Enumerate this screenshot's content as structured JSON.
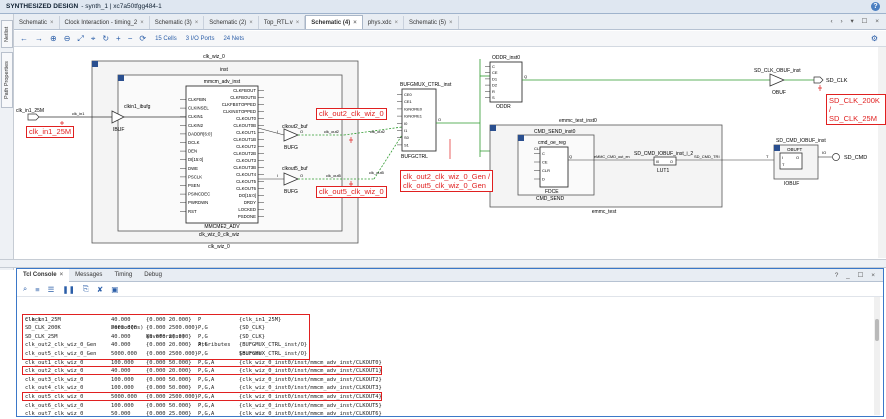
{
  "window": {
    "title_bold": "SYNTHESIZED DESIGN",
    "title_rest": "- synth_1 | xc7a50tfgg484-1",
    "help": "?"
  },
  "side_tabs": [
    "Netlist",
    "Path Properties"
  ],
  "editor_tabs": [
    {
      "label": "Schematic"
    },
    {
      "label": "Clock Interaction - timing_2"
    },
    {
      "label": "Schematic (3)"
    },
    {
      "label": "Schematic (2)"
    },
    {
      "label": "Top_RTL.v"
    },
    {
      "label": "Schematic (4)",
      "active": true
    },
    {
      "label": "phys.xdc"
    },
    {
      "label": "Schematic (5)"
    }
  ],
  "tab_controls": "‹ › ▾ ☐ ×",
  "toolbar": {
    "cells": "15 Cells",
    "io_ports": "3 I/O Ports",
    "nets": "24 Nets"
  },
  "schematic": {
    "wrapper_name": "clk_wiz_0",
    "inst_label": "inst",
    "wrapper_footer_1": "clk_wiz_0_clk_wiz",
    "wrapper_footer_2": "clk_wiz_0",
    "mmcm_label": "mmcm_adv_inst",
    "mmcm_type": "MMCME2_ADV",
    "mmcm_inputs": [
      "CLKFBIN",
      "CLKINSEL",
      "CLKIN1",
      "CLKIN2",
      "DADDR[6:0]",
      "DCLK",
      "DEN",
      "DI[15:0]",
      "DWE",
      "PSCLK",
      "PSEN",
      "PSINCDEC",
      "PWRDWN",
      "RST"
    ],
    "mmcm_outputs": [
      "CLKFBOUT",
      "CLKFBOUTB",
      "CLKFBSTOPPED",
      "CLKINSTOPPED",
      "CLKOUT0",
      "CLKOUT0B",
      "CLKOUT1",
      "CLKOUT1B",
      "CLKOUT2",
      "CLKOUT2B",
      "CLKOUT3",
      "CLKOUT3B",
      "CLKOUT4",
      "CLKOUT5",
      "CLKOUT6",
      "DO[15:0]",
      "DRDY",
      "LOCKED",
      "PSDONE"
    ],
    "in_port": "clk_in1_25M",
    "in_net": "clk_in1",
    "ibuf_inst": "clkin1_ibufg",
    "ibuf_type": "IBUF",
    "bufg1_inst": "clkout2_buf",
    "bufg2_inst": "clkout5_buf",
    "bufg_type": "BUFG",
    "bufg_pin_in": "I",
    "bufg_pin_out": "O",
    "net_clk_out2": "clk_out2",
    "net_clk_out5": "clk_out5",
    "mux_inst": "BUFGMUX_CTRL_inst",
    "mux_type": "BUFGCTRL",
    "mux_pins": [
      "CE0",
      "CE1",
      "IGNORE0",
      "IGNORE1",
      "I0",
      "I1",
      "S0",
      "S1"
    ],
    "mux_out": "O",
    "oddr_inst": "ODDR_inst0",
    "oddr_type": "ODDR",
    "oddr_pins": [
      "C",
      "CE",
      "D1",
      "D2",
      "R",
      "S"
    ],
    "oddr_out": "Q",
    "obuf_inst": "SD_CLK_OBUF_inst",
    "obuf_type": "OBUF",
    "out_port": "SD_CLK",
    "emmc_inst": "emmc_test_inst0",
    "emmc_type": "emmc_test",
    "cmd_send_inst": "CMD_SEND_inst0",
    "cmd_send_type": "CMD_SEND",
    "fdce_inst": "cmd_oe_reg",
    "fdce_type": "FDCE",
    "fdce_pins": [
      "C",
      "CE",
      "CLR",
      "D"
    ],
    "fdce_out": "Q",
    "net_clk": "CLK",
    "net_emmc": "eMMC_CMD_out_en",
    "lut_inst": "SD_CMD_IOBUF_inst_i_2",
    "lut_type": "LUT1",
    "lut_pins": [
      "I0",
      "O"
    ],
    "net_tri": "SD_CMD_TRI",
    "net_t": "T",
    "obuft_inst": "SD_CMD_IOBUF_inst",
    "obuft_type": "IOBUF",
    "obuft_sub": "OBUFT",
    "obuft_pins": [
      "I",
      "T",
      "O"
    ],
    "net_io": "IO",
    "cmd_port": "SD_CMD",
    "annotations": {
      "in_clk": "clk_in1_25M",
      "out2": "clk_out2_clk_wiz_0",
      "out5": "clk_out5_clk_wiz_0",
      "gen_1": "clk_out2_clk_wiz_0_Gen /",
      "gen_2": "clk_out5_clk_wiz_0_Gen",
      "sd_1": "SD_CLK_200K /",
      "sd_2": "SD_CLK_25M"
    }
  },
  "console_tabs": [
    {
      "label": "Tcl Console",
      "active": true
    },
    {
      "label": "Messages"
    },
    {
      "label": "Timing"
    },
    {
      "label": "Debug"
    }
  ],
  "console_controls": "? _ ☐ ×",
  "console": {
    "header": [
      "Clock",
      "Period(ns)",
      "Waveform(ns)",
      "Attributes",
      "Sources"
    ],
    "rows": [
      [
        "clk_in1_25M",
        "40.000",
        "{0.000 20.000}",
        "P",
        "{clk_in1_25M}"
      ],
      [
        "SD_CLK_200K",
        "5000.000",
        "{0.000 2500.000}",
        "P,G",
        "{SD_CLK}"
      ],
      [
        "SD_CLK_25M",
        "40.000",
        "{0.000 20.000}",
        "P,G",
        "{SD_CLK}"
      ],
      [
        "clk_out2_clk_wiz_0_Gen",
        "40.000",
        "{0.000 20.000}",
        "P,G",
        "{BUFGMUX_CTRL_inst/O}"
      ],
      [
        "clk_out5_clk_wiz_0_Gen",
        "5000.000",
        "{0.000 2500.000}",
        "P,G",
        "{BUFGMUX_CTRL_inst/O}"
      ],
      [
        "clk_out1_clk_wiz_0",
        "100.000",
        "{0.000 50.000}",
        "P,G,A",
        "{clk_wiz_0_inst0/inst/mmcm_adv_inst/CLKOUT0}"
      ],
      [
        "clk_out2_clk_wiz_0",
        "40.000",
        "{0.000 20.000}",
        "P,G,A",
        "{clk_wiz_0_inst0/inst/mmcm_adv_inst/CLKOUT1}"
      ],
      [
        "clk_out3_clk_wiz_0",
        "100.000",
        "{0.000 50.000}",
        "P,G,A",
        "{clk_wiz_0_inst0/inst/mmcm_adv_inst/CLKOUT2}"
      ],
      [
        "clk_out4_clk_wiz_0",
        "100.000",
        "{0.000 50.000}",
        "P,G,A",
        "{clk_wiz_0_inst0/inst/mmcm_adv_inst/CLKOUT3}"
      ],
      [
        "clk_out5_clk_wiz_0",
        "5000.000",
        "{0.000 2500.000}",
        "P,G,A",
        "{clk_wiz_0_inst0/inst/mmcm_adv_inst/CLKOUT4}"
      ],
      [
        "clk_out6_clk_wiz_0",
        "100.000",
        "{0.000 50.000}",
        "P,G,A",
        "{clk_wiz_0_inst0/inst/mmcm_adv_inst/CLKOUT5}"
      ],
      [
        "clk_out7_clk_wiz_0",
        "50.000",
        "{0.000 25.000}",
        "P,G,A",
        "{clk_wiz_0_inst0/inst/mmcm_adv_inst/CLKOUT6}"
      ]
    ]
  }
}
